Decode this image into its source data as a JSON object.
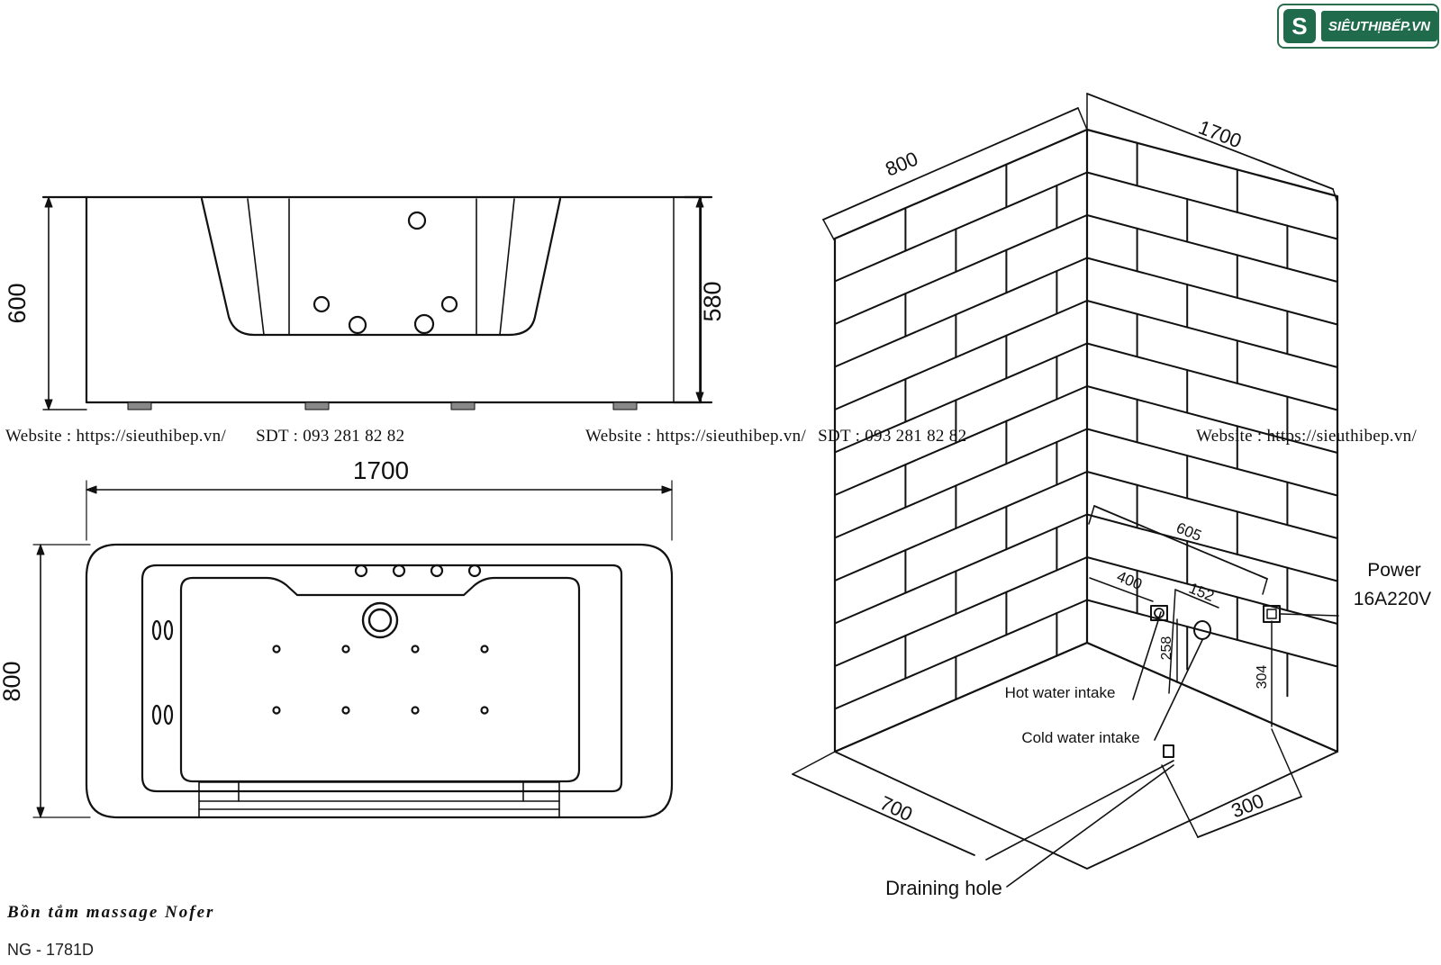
{
  "logo": {
    "mark": "S",
    "text": "SIÊUTHỊBẾP.VN"
  },
  "watermarks": [
    {
      "website": "Website : https://sieuthibep.vn/",
      "phone": "SDT : 093 281 82 82"
    },
    {
      "website": "Website : https://sieuthibep.vn/",
      "phone": "SDT : 093 281 82 82"
    },
    {
      "website": "Website : https://sieuthibep.vn/"
    }
  ],
  "side_view": {
    "height_outer": "600",
    "height_inner": "580"
  },
  "top_view": {
    "length": "1700",
    "width": "800"
  },
  "installation_view": {
    "wall_left": "800",
    "wall_right": "1700",
    "floor_left": "700",
    "floor_right": "300",
    "pipe_span": "605",
    "hot_offset": "400",
    "pipe_gap": "152",
    "pipe_height": "258",
    "power_height": "304",
    "power_label": "Power",
    "power_rating": "16A220V",
    "hot_water_label": "Hot water intake",
    "cold_water_label": "Cold water intake",
    "drain_label": "Draining hole"
  },
  "product": {
    "name": "Bồn tắm massage Nofer",
    "code": "NG - 1781D"
  }
}
